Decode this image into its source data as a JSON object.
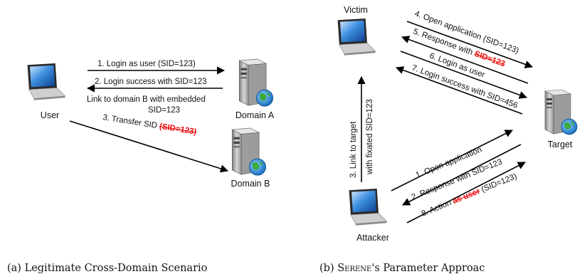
{
  "panel_a": {
    "nodes": {
      "user": "User",
      "domain_a": "Domain A",
      "domain_b": "Domain B"
    },
    "msg1": "1. Login as user (SID=123)",
    "msg2": "2. Login success with SID=123",
    "link_note_1": "Link to domain B with embedded",
    "link_note_2": "SID=123",
    "msg3_text": "3. Transfer SID ",
    "msg3_struck": "(SID=123)",
    "caption": "(a) Legitimate Cross-Domain Scenario"
  },
  "panel_b": {
    "nodes": {
      "victim": "Victim",
      "target": "Target",
      "attacker": "Attacker"
    },
    "msg4": "4. Open application (SID=123)",
    "msg5_text": "5. Response with ",
    "msg5_struck": "SID=123",
    "msg6": "6. Login as user",
    "msg7": "7. Login success with SID=456",
    "msg3_line1": "3. Link to target",
    "msg3_line2": "with fixated SID=123",
    "msg1": "1. Open application",
    "msg2": "2. Response with SID=123",
    "msg8_pre": "8. Action ",
    "msg8_struck": "as user",
    "msg8_post": " (SID=123)",
    "caption_pre": "(b) ",
    "caption_sc": "Serene",
    "caption_post": "'s Parameter Approac"
  },
  "colors": {
    "strike": "#e11111",
    "line": "#000000"
  }
}
